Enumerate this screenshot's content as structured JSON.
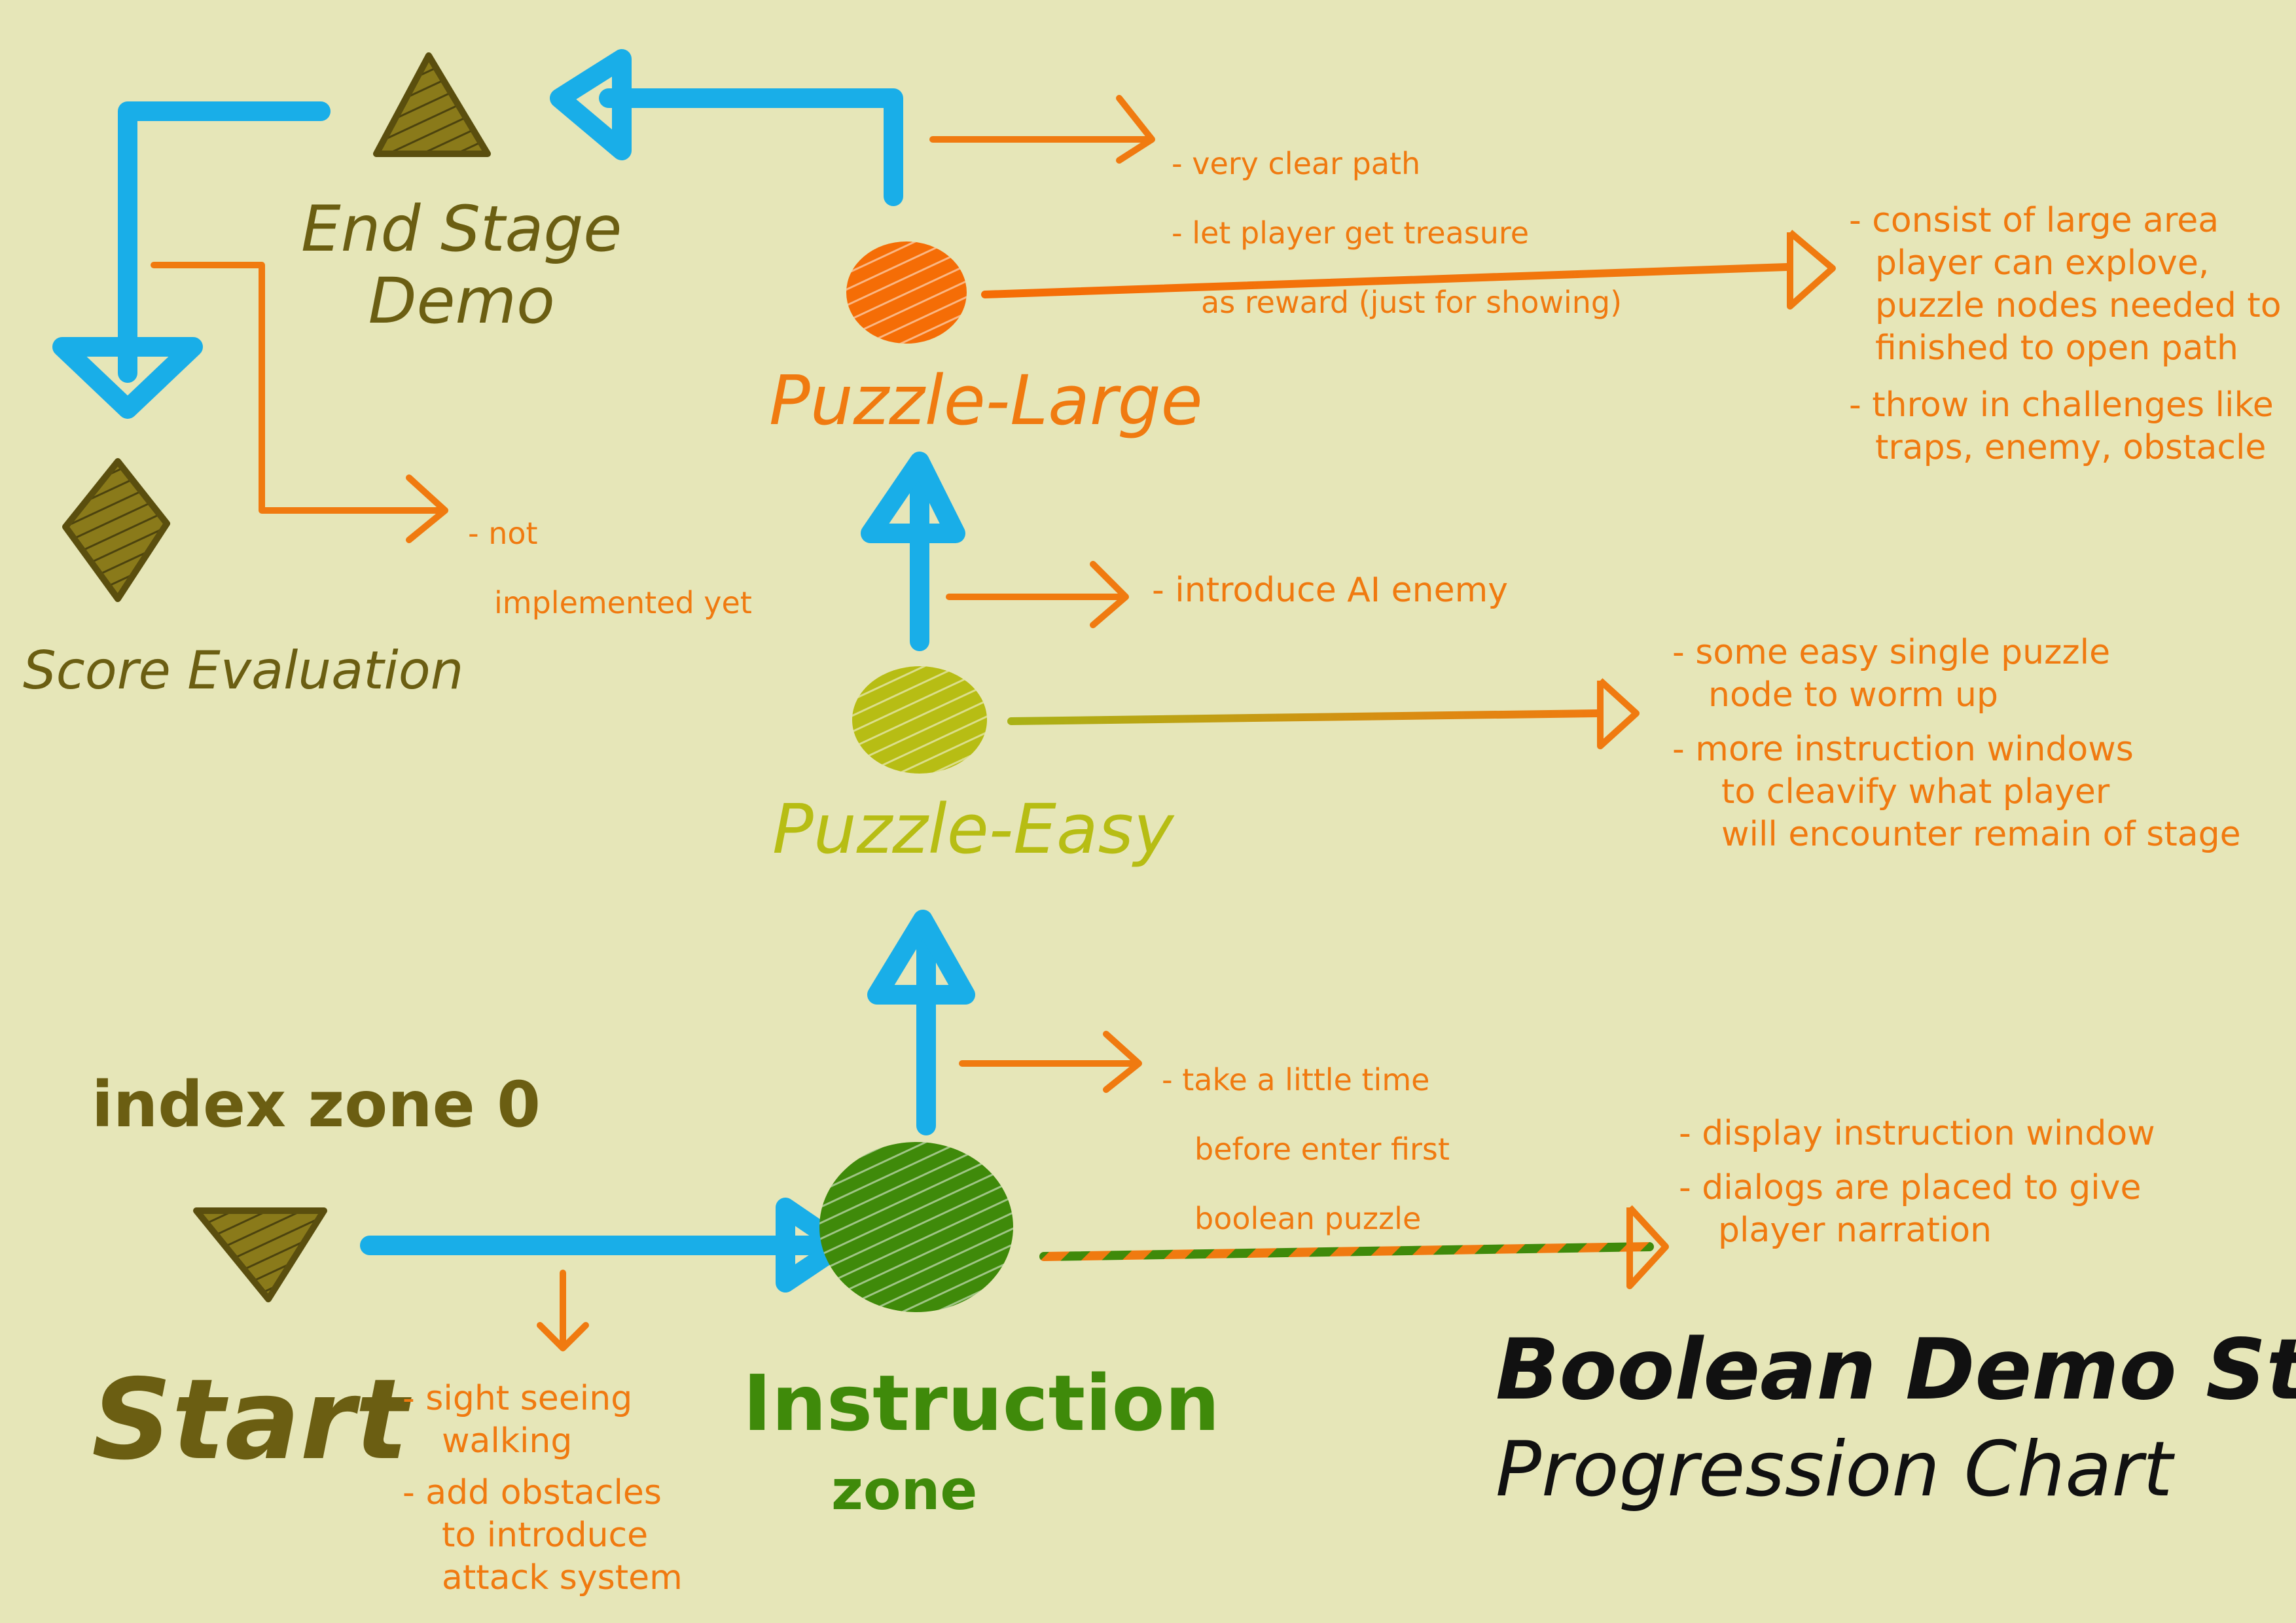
{
  "colors": {
    "background": "#e6e6b8",
    "flow_arrow": "#19aee8",
    "annotation": "#f07a10",
    "olive": "#6b5e12",
    "puzzle_large": "#f56d06",
    "puzzle_easy": "#b7bd14",
    "instruction": "#3f8a0a",
    "title": "#111111"
  },
  "title": {
    "line1": "Boolean Demo Stage",
    "line2": "Progression Chart"
  },
  "zone_index": "index zone 0",
  "nodes": {
    "start": {
      "label": "Start",
      "icon": "down-triangle-icon",
      "notes": [
        "- sight seeing",
        "walking",
        "- add obstacles",
        "to introduce",
        "attack system"
      ]
    },
    "instruction": {
      "label_line1": "Instruction",
      "label_line2": "zone",
      "icon": "green-circle-icon",
      "notes": [
        "- display instruction window",
        "- dialogs are placed to give",
        "player narration"
      ],
      "transition_notes": [
        "- take a little time",
        "before enter first",
        "boolean puzzle"
      ]
    },
    "puzzle_easy": {
      "label": "Puzzle-Easy",
      "icon": "lime-circle-icon",
      "notes": [
        "- some easy single puzzle",
        "node to worm up",
        "- more instruction windows",
        "to cleavify what player",
        "will encounter remain of stage"
      ],
      "transition_notes": [
        "- introduce AI enemy"
      ]
    },
    "puzzle_large": {
      "label": "Puzzle-Large",
      "icon": "orange-circle-icon",
      "notes": [
        "- consist of large area",
        "player can explove,",
        "puzzle nodes needed to",
        "finished to open path",
        "- throw in challenges like",
        "traps, enemy, obstacle"
      ],
      "transition_notes": [
        "- very clear path",
        "- let player get treasure",
        "as reward (just for showing)"
      ]
    },
    "end_stage": {
      "label_line1": "End Stage",
      "label_line2": "Demo",
      "icon": "up-triangle-icon"
    },
    "score_evaluation": {
      "label": "Score Evaluation",
      "icon": "diamond-icon",
      "notes": [
        "- not",
        "implemented yet"
      ]
    }
  }
}
